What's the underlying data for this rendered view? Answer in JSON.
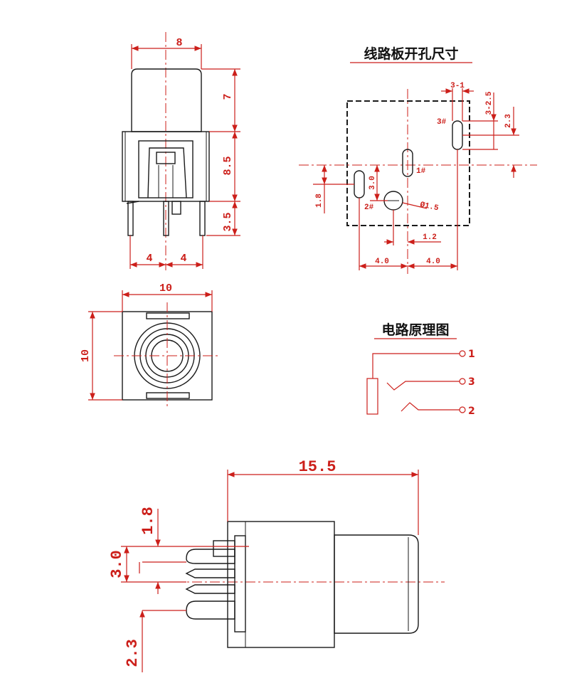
{
  "front_view": {
    "dim_width": "8",
    "dim_cap_height": "7",
    "dim_body_height": "8.5",
    "dim_pin_length": "3.5",
    "dim_pin_left": "4",
    "dim_pin_right": "4"
  },
  "pcb_layout": {
    "title": "线路板开孔尺寸",
    "dim_3_1": "3-1",
    "dim_3_2_5": "3-2.5",
    "dim_2_3": "2.3",
    "dim_1_8": "1.8",
    "dim_3_0": "3.0",
    "dim_1_2": "1.2",
    "dim_4_0_left": "4.0",
    "dim_4_0_right": "4.0",
    "dim_hole_dia": "Ø1.5",
    "hole_1_label": "1#",
    "hole_2_label": "2#",
    "hole_3_label": "3#"
  },
  "top_view": {
    "dim_width": "10",
    "dim_height": "10"
  },
  "schematic": {
    "title": "电路原理图",
    "pins": [
      "1",
      "3",
      "2"
    ]
  },
  "side_view": {
    "dim_length": "15.5",
    "dim_1_8": "1.8",
    "dim_3_0": "3.0",
    "dim_2_3": "2.3"
  },
  "colors": {
    "dimension": "#cc1f1a",
    "outline": "#1a1a1a"
  }
}
